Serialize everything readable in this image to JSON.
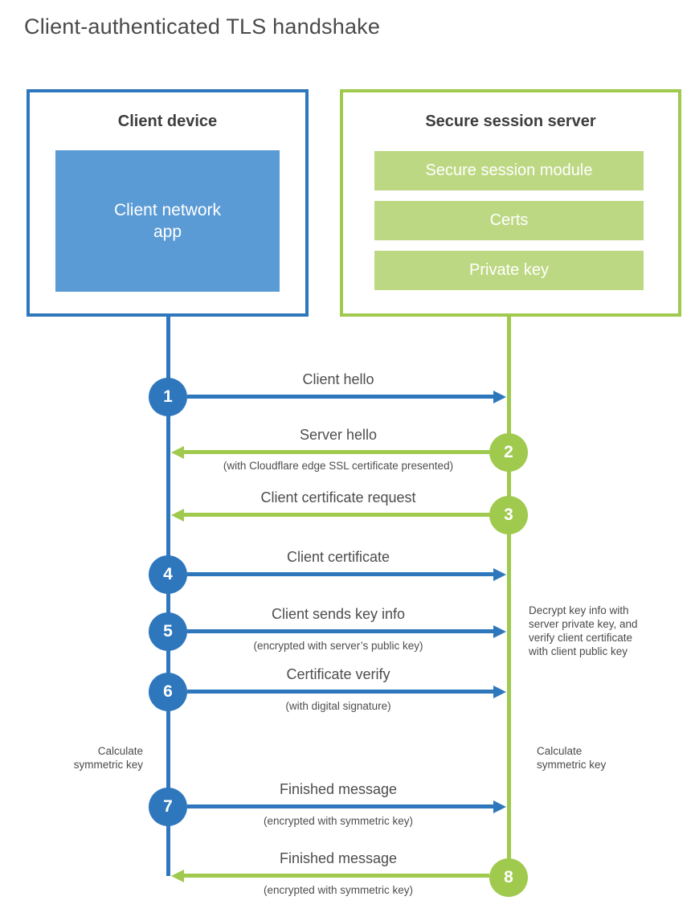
{
  "title": "Client-authenticated TLS handshake",
  "client": {
    "title": "Client device",
    "app": "Client network\napp"
  },
  "server": {
    "title": "Secure session server",
    "modules": [
      "Secure session module",
      "Certs",
      "Private key"
    ]
  },
  "steps": [
    {
      "num": "1",
      "direction": "client-to-server",
      "label": "Client hello"
    },
    {
      "num": "2",
      "direction": "server-to-client",
      "label": "Server hello",
      "sublabel": "(with Cloudflare edge SSL certificate presented)"
    },
    {
      "num": "3",
      "direction": "server-to-client",
      "label": "Client certificate request"
    },
    {
      "num": "4",
      "direction": "client-to-server",
      "label": "Client certificate"
    },
    {
      "num": "5",
      "direction": "client-to-server",
      "label": "Client sends key info",
      "sublabel": "(encrypted with server’s public key)"
    },
    {
      "num": "6",
      "direction": "client-to-server",
      "label": "Certificate verify",
      "sublabel": "(with digital signature)"
    },
    {
      "num": "7",
      "direction": "client-to-server",
      "label": "Finished message",
      "sublabel": "(encrypted with symmetric key)"
    },
    {
      "num": "8",
      "direction": "server-to-client",
      "label": "Finished message",
      "sublabel": "(encrypted with symmetric key)"
    }
  ],
  "annotations": {
    "decrypt_note": "Decrypt key info with\nserver private key, and\nverify client certificate\nwith client public key",
    "calc_left": "Calculate\nsymmetric key",
    "calc_right": "Calculate\nsymmetric key"
  },
  "colors": {
    "blue": "#2e77bd",
    "blue_fill": "#5b9bd5",
    "green": "#9fca4e",
    "green_fill": "#bdd883"
  }
}
